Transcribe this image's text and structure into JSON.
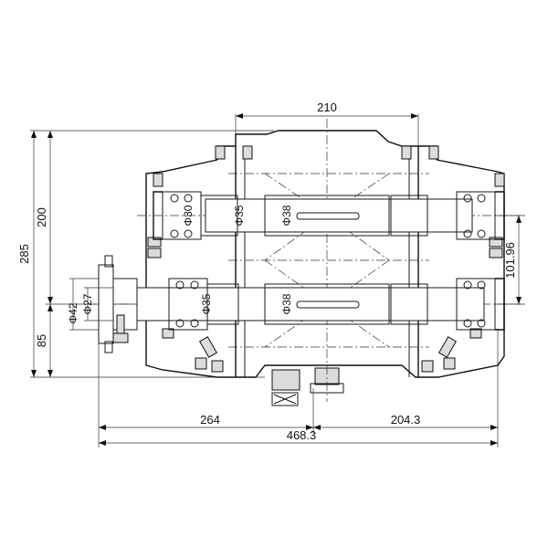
{
  "dimensions": {
    "top_width": "210",
    "overall_height": "285",
    "upper_height": "200",
    "lower_height": "85",
    "shaft_spacing": "101.96",
    "left_length": "264",
    "right_length": "204.3",
    "total_length": "468.3"
  },
  "diameters": {
    "upper_bearing": "Φ30",
    "upper_journal": "Φ35",
    "upper_shaft": "Φ38",
    "lower_journal": "Φ35",
    "lower_shaft": "Φ38",
    "input_hub": "Φ27",
    "input_flange": "Φ42"
  }
}
